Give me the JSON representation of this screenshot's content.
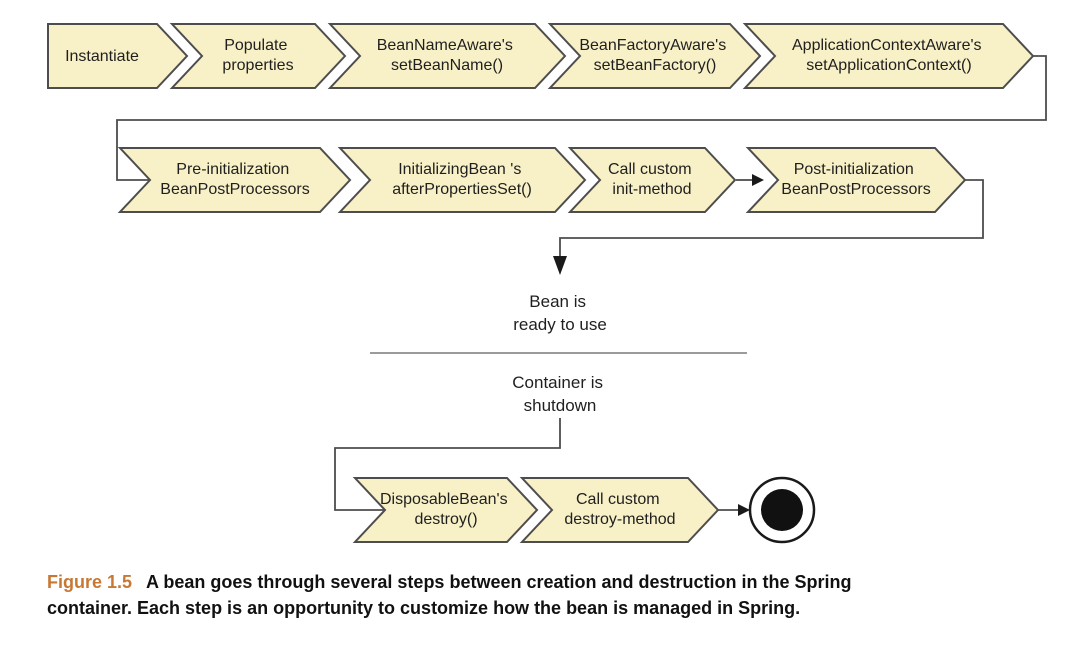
{
  "colors": {
    "box_fill": "#f8f0c6",
    "box_border": "#4d4d4d",
    "connector": "#4d4d4d",
    "text": "#1f1f1f",
    "caption_label": "#c87833"
  },
  "diagram": {
    "row1": [
      {
        "line1": "Instantiate"
      },
      {
        "line1": "Populate",
        "line2": "properties"
      },
      {
        "line1": "BeanNameAware's",
        "line2": "setBeanName()"
      },
      {
        "line1": "BeanFactoryAware's",
        "line2": "setBeanFactory()"
      },
      {
        "line1": "ApplicationContextAware's",
        "line2": "setApplicationContext()"
      }
    ],
    "row2": [
      {
        "line1": "Pre-initialization",
        "line2": "BeanPostProcessors"
      },
      {
        "line1": "InitializingBean 's",
        "line2": "afterPropertiesSet()"
      },
      {
        "line1": "Call custom",
        "line2": "init-method"
      },
      {
        "line1": "Post-initialization",
        "line2": "BeanPostProcessors"
      }
    ],
    "row3": [
      {
        "line1": "DisposableBean's",
        "line2": "destroy()"
      },
      {
        "line1": "Call custom",
        "line2": "destroy-method"
      }
    ],
    "labels": {
      "bean_ready": {
        "line1": "Bean is",
        "line2": "ready to use"
      },
      "container_shutdown": {
        "line1": "Container is",
        "line2": "shutdown"
      }
    }
  },
  "caption": {
    "label": "Figure 1.5",
    "line1": "A bean goes through several steps between creation and destruction in the Spring",
    "line2": "container. Each step is an opportunity to customize how the bean is managed in Spring."
  }
}
